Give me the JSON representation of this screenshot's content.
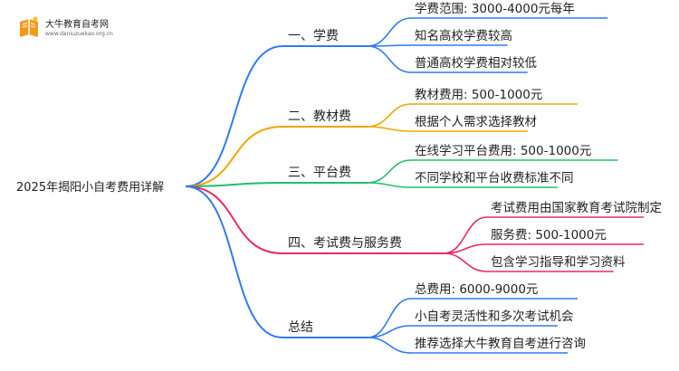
{
  "logo": {
    "title": "大牛教育自考网",
    "url": "www.daniuzuekao.org.cn"
  },
  "root": {
    "label": "2025年揭阳小自考费用详解"
  },
  "branches": [
    {
      "label": "一、学费",
      "color": "#2f7bf0",
      "leaves": [
        "学费范围: 3000-4000元每年",
        "知名高校学费较高",
        "普通高校学费相对较低"
      ]
    },
    {
      "label": "二、教材费",
      "color": "#f0a500",
      "leaves": [
        "教材费用: 500-1000元",
        "根据个人需求选择教材"
      ]
    },
    {
      "label": "三、平台费",
      "color": "#1fbf6a",
      "leaves": [
        "在线学习平台费用: 500-1000元",
        "不同学校和平台收费标准不同"
      ]
    },
    {
      "label": "四、考试费与服务费",
      "color": "#e8286a",
      "leaves": [
        "考试费用由国家教育考试院制定",
        "服务费: 500-1000元",
        "包含学习指导和学习资料"
      ]
    },
    {
      "label": "总结",
      "color": "#2f7bf0",
      "leaves": [
        "总费用: 6000-9000元",
        "小自考灵活性和多次考试机会",
        "推荐选择大牛教育自考进行咨询"
      ]
    }
  ]
}
